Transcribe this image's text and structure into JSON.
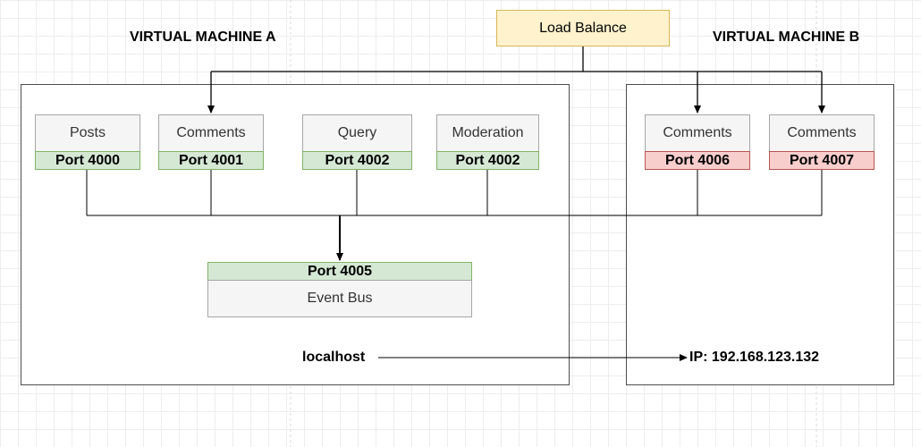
{
  "diagram": {
    "load_balancer": "Load Balance",
    "vm_a": {
      "title": "VIRTUAL MACHINE A",
      "services": [
        {
          "name": "Posts",
          "port": "Port 4000"
        },
        {
          "name": "Comments",
          "port": "Port 4001"
        },
        {
          "name": "Query",
          "port": "Port 4002"
        },
        {
          "name": "Moderation",
          "port": "Port 4002"
        }
      ],
      "event_bus": {
        "port": "Port 4005",
        "name": "Event Bus"
      },
      "host_label": "localhost"
    },
    "vm_b": {
      "title": "VIRTUAL MACHINE B",
      "services": [
        {
          "name": "Comments",
          "port": "Port 4006"
        },
        {
          "name": "Comments",
          "port": "Port 4007"
        }
      ],
      "ip_label": "IP: 192.168.123.132"
    },
    "colors": {
      "port_ok_fill": "#d5e8d4",
      "port_ok_stroke": "#82b366",
      "port_conflict_fill": "#f8cecc",
      "port_conflict_stroke": "#b85450",
      "load_balancer_fill": "#fff2cc",
      "load_balancer_stroke": "#d6b656",
      "service_fill": "#f5f5f5"
    }
  }
}
